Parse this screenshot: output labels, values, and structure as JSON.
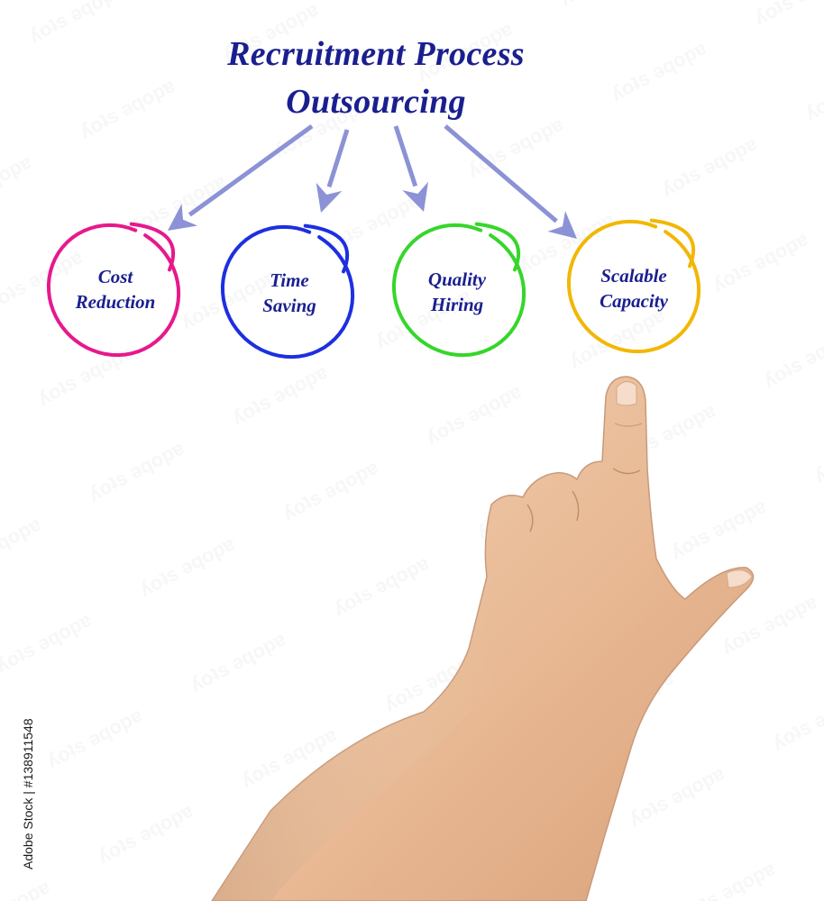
{
  "diagram": {
    "title_line_1": "Recruitment Process",
    "title_line_2": "Outsourcing",
    "nodes": [
      {
        "line1": "Cost",
        "line2": "Reduction",
        "color": "#e6198c"
      },
      {
        "line1": "Time",
        "line2": "Saving",
        "color": "#1d2fe0"
      },
      {
        "line1": "Quality",
        "line2": "Hiring",
        "color": "#36d62a"
      },
      {
        "line1": "Scalable",
        "line2": "Capacity",
        "color": "#f2b705"
      }
    ],
    "arrow_color": "#8c92d6",
    "text_color": "#1a1f8f"
  },
  "photo": {
    "subject": "pointing hand",
    "stock_id": "Adobe Stock | #138911548"
  }
}
